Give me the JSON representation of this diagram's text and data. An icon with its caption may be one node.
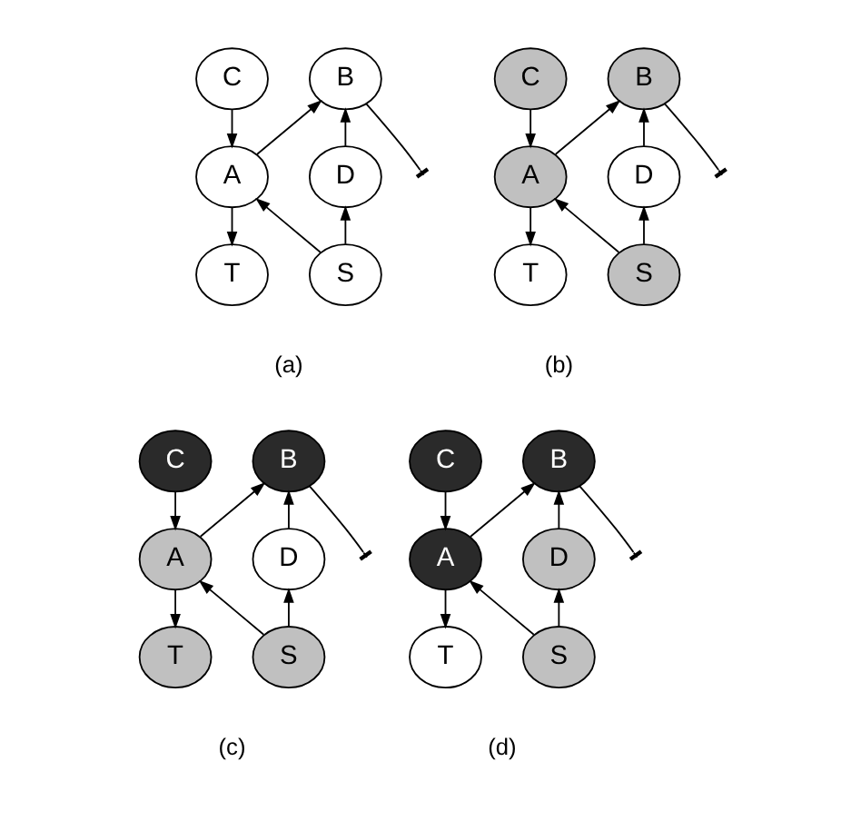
{
  "diagram": {
    "nodes": [
      {
        "text": [
          "B"
        ]
      },
      {
        "text": [
          "C"
        ]
      },
      {
        "text": [
          "A"
        ]
      },
      {
        "text": [
          "D"
        ]
      },
      {
        "text": [
          "T"
        ]
      },
      {
        "text": [
          "S"
        ]
      },
      {
        "text": [
          "B"
        ]
      },
      {
        "text": [
          "C"
        ]
      },
      {
        "text": [
          "A"
        ]
      },
      {
        "text": [
          "D"
        ]
      },
      {
        "text": [
          "T"
        ]
      },
      {
        "text": [
          "S"
        ]
      },
      {
        "text": [
          "B"
        ]
      },
      {
        "text": [
          "C"
        ]
      },
      {
        "text": [
          "A"
        ]
      },
      {
        "text": [
          "D"
        ]
      },
      {
        "text": [
          "T"
        ]
      },
      {
        "text": [
          "S"
        ]
      },
      {
        "text": [
          "B"
        ]
      },
      {
        "text": [
          "C"
        ]
      },
      {
        "text": [
          "A"
        ]
      },
      {
        "text": [
          "D"
        ]
      },
      {
        "text": [
          "T"
        ]
      },
      {
        "text": [
          "S"
        ]
      }
    ],
    "edges": [
      {
        "from": 0,
        "to": null,
        "arrow": "other"
      },
      {
        "from": 1,
        "to": 2,
        "arrow": "to"
      },
      {
        "from": 2,
        "to": 0,
        "arrow": "to"
      },
      {
        "from": 3,
        "to": 0,
        "arrow": "to"
      },
      {
        "from": 2,
        "to": 4,
        "arrow": "to"
      },
      {
        "from": 5,
        "to": 2,
        "arrow": "to"
      },
      {
        "from": 5,
        "to": 3,
        "arrow": "to"
      },
      {
        "from": 6,
        "to": null,
        "arrow": "other"
      },
      {
        "from": 7,
        "to": 8,
        "arrow": "to"
      },
      {
        "from": 8,
        "to": 6,
        "arrow": "to"
      },
      {
        "from": 9,
        "to": 6,
        "arrow": "to"
      },
      {
        "from": 8,
        "to": 10,
        "arrow": "to"
      },
      {
        "from": 11,
        "to": 8,
        "arrow": "to"
      },
      {
        "from": 11,
        "to": 9,
        "arrow": "to"
      },
      {
        "from": 12,
        "to": null,
        "arrow": "other"
      },
      {
        "from": 13,
        "to": 14,
        "arrow": "to"
      },
      {
        "from": 14,
        "to": 12,
        "arrow": "to"
      },
      {
        "from": 15,
        "to": 12,
        "arrow": "to"
      },
      {
        "from": 14,
        "to": 16,
        "arrow": "to"
      },
      {
        "from": 17,
        "to": 14,
        "arrow": "to"
      },
      {
        "from": 17,
        "to": 15,
        "arrow": "to"
      },
      {
        "from": 18,
        "to": null,
        "arrow": "other"
      },
      {
        "from": 19,
        "to": 20,
        "arrow": "to"
      },
      {
        "from": 20,
        "to": 18,
        "arrow": "to"
      },
      {
        "from": 21,
        "to": 18,
        "arrow": "to"
      },
      {
        "from": 20,
        "to": 22,
        "arrow": "to"
      },
      {
        "from": 23,
        "to": 20,
        "arrow": "to"
      },
      {
        "from": 23,
        "to": 21,
        "arrow": "to"
      }
    ],
    "labels": [
      "(a)",
      "(b)",
      "(c)",
      "(d)"
    ]
  }
}
